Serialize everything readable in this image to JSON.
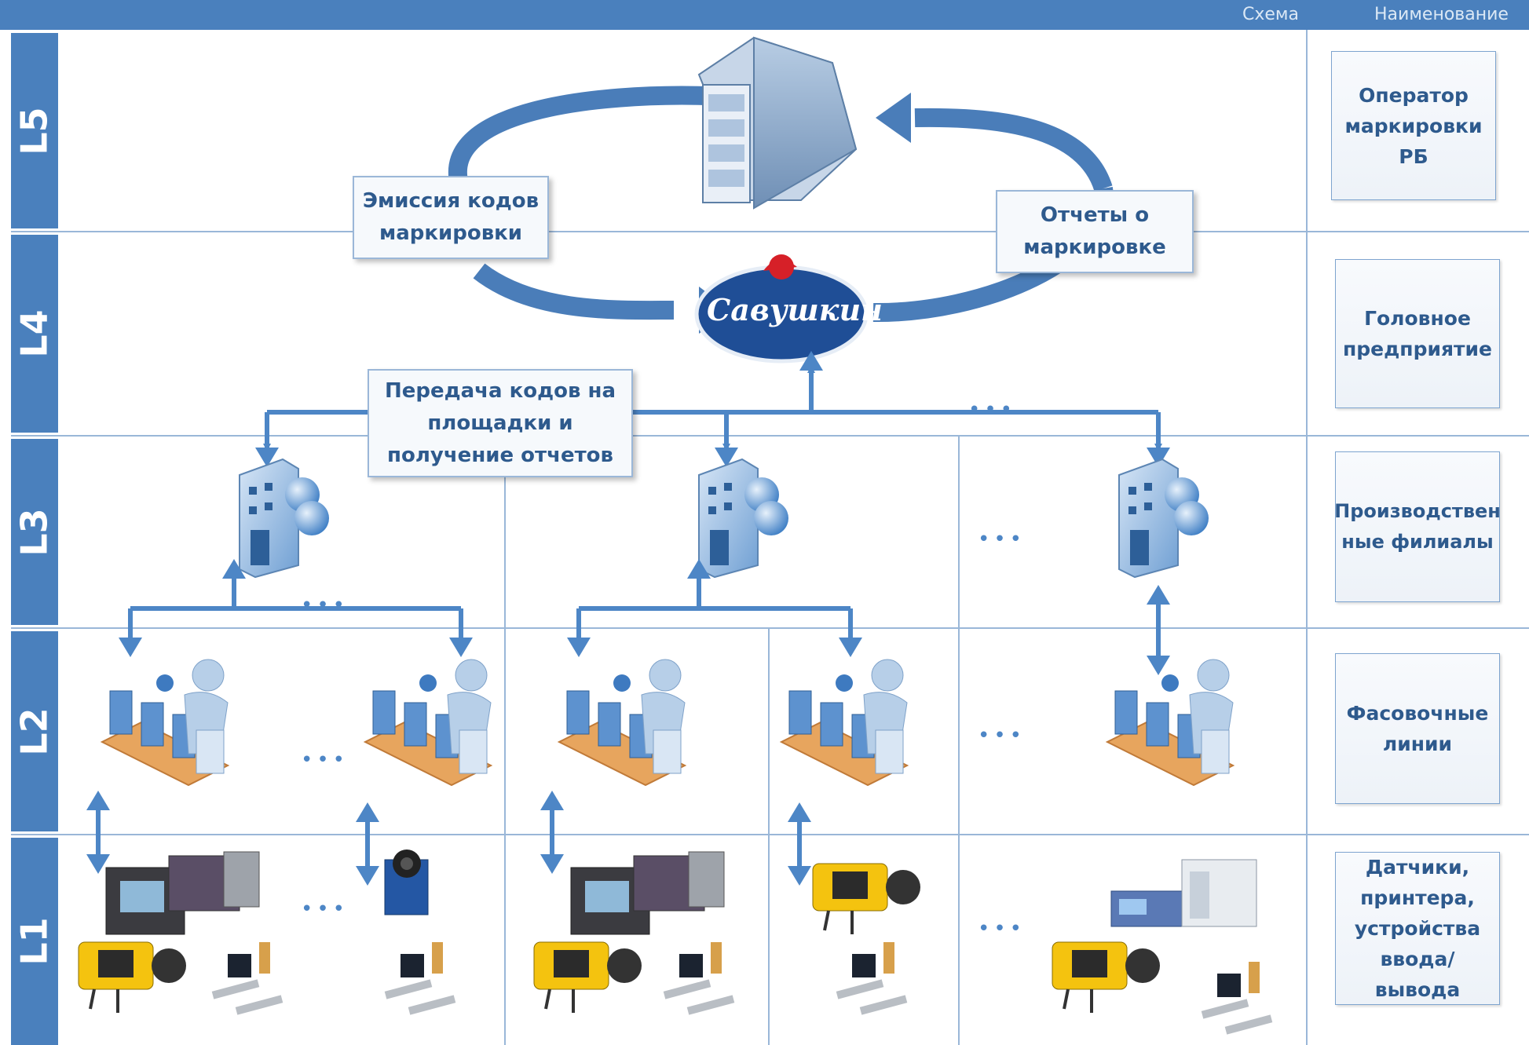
{
  "header": {
    "scheme_label": "Схема",
    "name_label": "Наименование"
  },
  "levels": [
    {
      "id": "L5",
      "label": "L5",
      "name": "Оператор маркировки РБ"
    },
    {
      "id": "L4",
      "label": "L4",
      "name": "Головное предприятие"
    },
    {
      "id": "L3",
      "label": "L3",
      "name": "Производствен ные филиалы"
    },
    {
      "id": "L2",
      "label": "L2",
      "name": "Фасовочные линии"
    },
    {
      "id": "L1",
      "label": "L1",
      "name": "Датчики, принтера, устройства ввода/ вывода"
    }
  ],
  "callouts": {
    "emission": "Эмиссия кодов маркировки",
    "reports": "Отчеты о маркировке",
    "transfer": "Передача кодов на площадки и получение отчетов"
  },
  "logo": {
    "text": "Савушкин"
  },
  "ellipsis": "•••",
  "colors": {
    "header": "#4a80bd",
    "arrow": "#4d86c6",
    "ring": "#4a7db9",
    "text": "#2e5a8d",
    "grid": "#9ab7d8"
  },
  "icons": {
    "server": "server-icon",
    "headquarters_logo": "savushkin-logo",
    "branch": "building-globe-icon",
    "line": "conveyor-worker-icon",
    "printer": "printer-icon",
    "camera": "industrial-camera-icon",
    "sensor": "sensor-icon",
    "controller": "controller-icon"
  }
}
